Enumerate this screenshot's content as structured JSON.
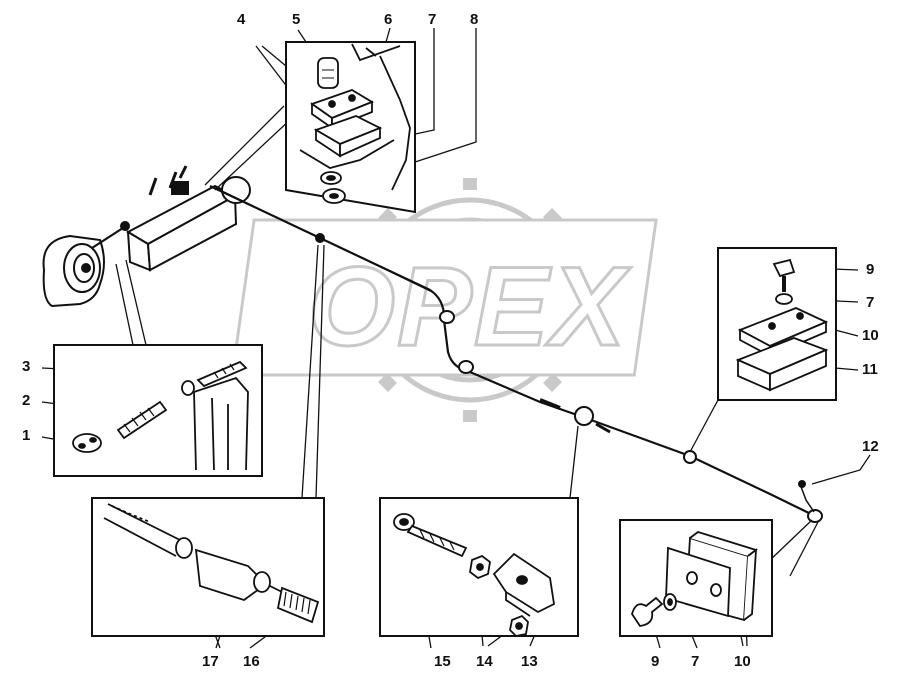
{
  "watermark": {
    "text": "OPEX",
    "color": "#c9c9c9"
  },
  "colors": {
    "ink": "#111111",
    "paper": "#ffffff"
  },
  "callouts": [
    {
      "id": "c1",
      "label": "1"
    },
    {
      "id": "c2",
      "label": "2"
    },
    {
      "id": "c3",
      "label": "3"
    },
    {
      "id": "c4",
      "label": "4"
    },
    {
      "id": "c5",
      "label": "5"
    },
    {
      "id": "c6",
      "label": "6"
    },
    {
      "id": "c7a",
      "label": "7"
    },
    {
      "id": "c8",
      "label": "8"
    },
    {
      "id": "c9a",
      "label": "9"
    },
    {
      "id": "c7b",
      "label": "7"
    },
    {
      "id": "c10a",
      "label": "10"
    },
    {
      "id": "c11",
      "label": "11"
    },
    {
      "id": "c12",
      "label": "12"
    },
    {
      "id": "c15",
      "label": "15"
    },
    {
      "id": "c14",
      "label": "14"
    },
    {
      "id": "c13",
      "label": "13"
    },
    {
      "id": "c17",
      "label": "17"
    },
    {
      "id": "c16",
      "label": "16"
    },
    {
      "id": "c9b",
      "label": "9"
    },
    {
      "id": "c7c",
      "label": "7"
    },
    {
      "id": "c10b",
      "label": "10"
    }
  ]
}
